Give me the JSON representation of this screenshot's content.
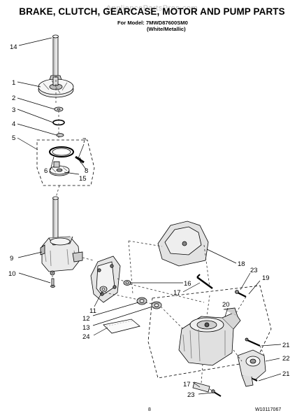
{
  "header": {
    "title": "BRAKE, CLUTCH, GEARCASE, MOTOR AND PUMP PARTS",
    "model_line": "For Model: 7MWD87600SM0",
    "variant_line": "(White/Metallic)",
    "watermark": "AppliancePartsPros.com"
  },
  "callouts": {
    "c14": "14",
    "c1": "1",
    "c2": "2",
    "c3": "3",
    "c4": "4",
    "c5": "5",
    "c7": "7",
    "c6": "6",
    "c8": "8",
    "c15": "15",
    "c9": "9",
    "c10": "10",
    "c11": "11",
    "c12": "12",
    "c13": "13",
    "c24": "24",
    "c16": "16",
    "c17a": "17",
    "c18": "18",
    "c23a": "23",
    "c19": "19",
    "c20": "20",
    "c21a": "21",
    "c22": "22",
    "c21b": "21",
    "c17b": "17",
    "c23b": "23"
  },
  "footer": {
    "page_number": "8",
    "doc_id": "W10117067"
  }
}
